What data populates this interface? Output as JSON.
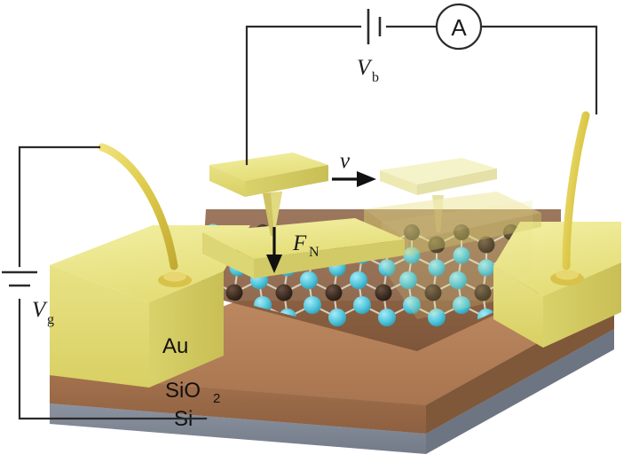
{
  "figure": {
    "kind": "device-schematic",
    "description": "Conductive AFM friction experiment on a 2D layered material on SiO2/Si substrate with Au electrodes"
  },
  "circuit": {
    "bias_source": {
      "symbol_name": "battery-symbol",
      "label_main": "V",
      "label_sub": "b"
    },
    "ammeter": {
      "symbol_name": "ammeter-symbol",
      "label": "A"
    },
    "gate_source": {
      "symbol_name": "battery-symbol",
      "label_main": "V",
      "label_sub": "g"
    }
  },
  "annotations": {
    "normal_force": {
      "label_main": "F",
      "label_sub": "N",
      "arrow": "down-arrow"
    },
    "velocity": {
      "label_main": "v",
      "arrow": "right-arrow"
    }
  },
  "stack": {
    "layers": [
      {
        "name": "gold-electrode",
        "label": "Au",
        "sub": "",
        "color": "#e9e27c"
      },
      {
        "name": "oxide-layer",
        "label": "SiO",
        "sub": "2",
        "color": "#9c6a4a"
      },
      {
        "name": "silicon-layer",
        "label": "Si",
        "sub": "",
        "color": "#7d8694"
      }
    ]
  },
  "materials": {
    "gold_top": "#edea8e",
    "gold_face": "#e3dc72",
    "gold_side": "#cfc75e",
    "oxide_top": "#b07c57",
    "oxide_face": "#9b6a48",
    "silicon_top": "#8d95a2",
    "silicon_face": "#79818f",
    "wire_gold": "#e5d24d",
    "atom_chalcogen": "#4fc6dd",
    "atom_metal": "#3a2a20",
    "bond": "#e3e0d4"
  },
  "tip": {
    "cantilever_name": "afm-cantilever",
    "tip_name": "afm-tip",
    "ghost_name": "afm-tip-ghost-position"
  }
}
